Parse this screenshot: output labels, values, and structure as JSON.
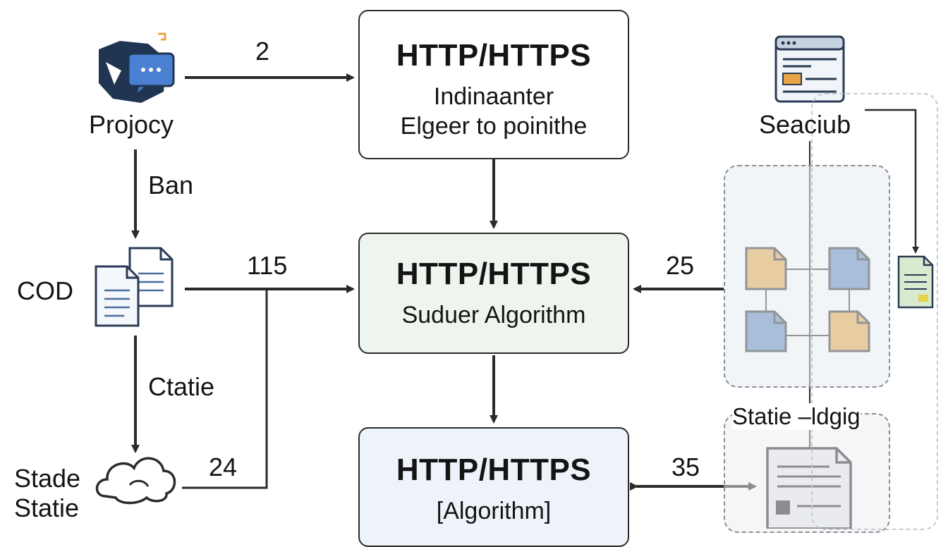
{
  "boxes": {
    "top": {
      "title": "HTTP/HTTPS",
      "line1": "Indinaanter",
      "line2": "Elgeer to poinithe"
    },
    "middle": {
      "title": "HTTP/HTTPS",
      "line1": "Suduer Algorithm"
    },
    "bottom": {
      "title": "HTTP/HTTPS",
      "line1": "[Algorithm]"
    }
  },
  "left_nodes": {
    "projocy": "Projocy",
    "cod": "COD",
    "stade": "Stade",
    "statie": "Statie"
  },
  "edge_labels": {
    "ban": "Ban",
    "ctatie": "Ctatie",
    "n2": "2",
    "n115": "115",
    "n24": "24",
    "n25": "25",
    "n35": "35"
  },
  "right_nodes": {
    "seaciub": "Seaciub",
    "statie_ldgig": "Statie –ldgig"
  },
  "colors": {
    "box_top": "#ffffff",
    "box_middle": "#eef5ee",
    "box_bottom": "#eef3fa",
    "orange_doc": "#e8a444",
    "blue_doc": "#5b86c2",
    "green_doc": "#d9ead0",
    "chat_blue": "#4a7fd1",
    "dark_navy": "#1f3552"
  },
  "icons": [
    "chat-bubble-icon",
    "document-stack-icon",
    "cloud-icon",
    "browser-window-icon",
    "document-grid-icon",
    "small-green-document-icon",
    "report-document-icon"
  ]
}
